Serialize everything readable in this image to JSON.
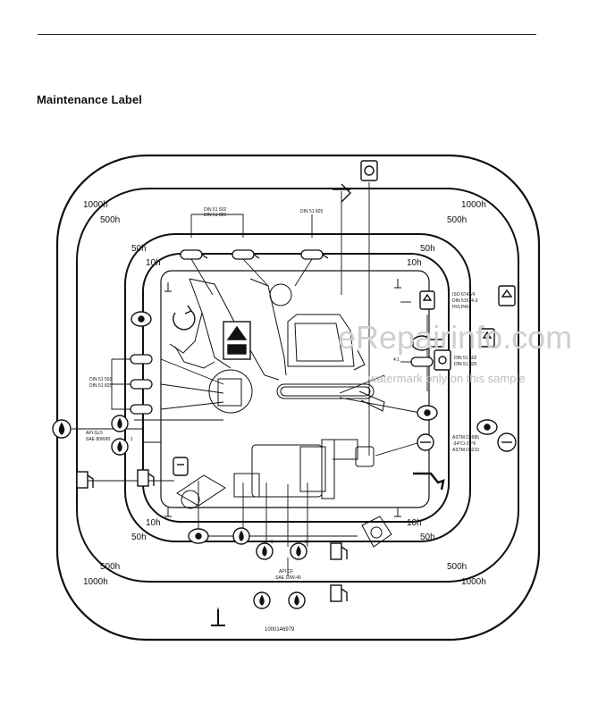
{
  "document": {
    "section_title": "Maintenance Label",
    "label_code": "1000146979"
  },
  "intervals": {
    "h1000": "1000h",
    "h500": "500h",
    "h50": "50h",
    "h10": "10h"
  },
  "standards": {
    "din_51502": "DIN 51 502",
    "din_51825": "DIN 51 825",
    "iso_6743": "ISO 6743/4",
    "din_51524": "DIN 51524-3",
    "hvlp": "HVLP46",
    "api_gl5": "API GL5",
    "sae_80w90": "SAE 80W90",
    "api_cf": "API CF",
    "sae_10w40": "SAE 10W-40",
    "astm_d4985": "ASTM D4985",
    "temp_range": "-34°C/-29°F",
    "astm_d6210": "ASTM D6210",
    "ratio": "4:1",
    "one": "1"
  },
  "watermark": {
    "brand": "eRepairinfo.com",
    "notice": "watermark only on this sample"
  },
  "colors": {
    "ink": "#111111",
    "watermark": "#cfcfcf"
  }
}
